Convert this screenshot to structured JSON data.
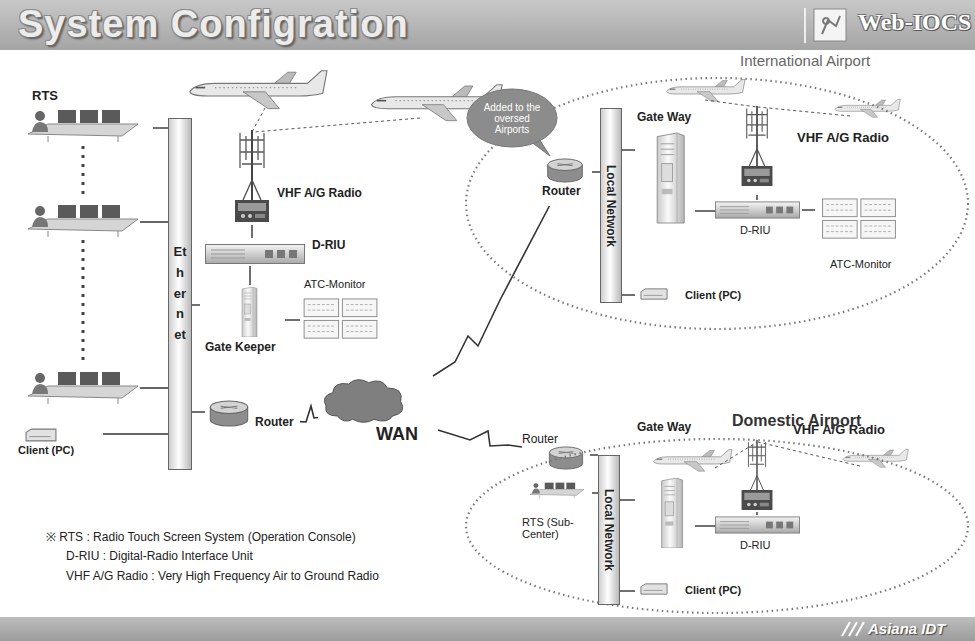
{
  "diagram": {
    "title": "System Configration",
    "nodes": [
      {
        "text": [
          "Ethernet"
        ]
      },
      {
        "text": [
          "RTS"
        ]
      },
      {
        "text": [
          "VHF A/G Radio"
        ]
      },
      {
        "text": [
          "D-RIU"
        ]
      },
      {
        "text": [
          "Gate Keeper"
        ]
      },
      {
        "text": [
          "ATC-Monitor"
        ]
      },
      {
        "text": [
          "Router"
        ]
      },
      {
        "text": [
          "Client (PC)"
        ]
      },
      {
        "text": [
          "WAN"
        ]
      },
      {
        "text": [
          "International Airport"
        ]
      },
      {
        "text": [
          "Local Network"
        ],
        "in": 9
      },
      {
        "text": [
          "Router"
        ],
        "in": 9
      },
      {
        "text": [
          "Gate Way"
        ],
        "in": 9
      },
      {
        "text": [
          "VHF A/G Radio"
        ],
        "in": 9
      },
      {
        "text": [
          "D-RIU"
        ],
        "in": 9
      },
      {
        "text": [
          "ATC-Monitor"
        ],
        "in": 9
      },
      {
        "text": [
          "Client (PC)"
        ],
        "in": 9
      },
      {
        "text": [
          "Added to the oversed Airports"
        ]
      },
      {
        "text": [
          "Domestic Airport"
        ]
      },
      {
        "text": [
          "Local Network"
        ],
        "in": 18
      },
      {
        "text": [
          "Router"
        ],
        "in": 18
      },
      {
        "text": [
          "RTS (Sub-Center)"
        ],
        "in": 18
      },
      {
        "text": [
          "Gate Way"
        ],
        "in": 18
      },
      {
        "text": [
          "VHF A/G Radio"
        ],
        "in": 18
      },
      {
        "text": [
          "D-RIU"
        ],
        "in": 18
      },
      {
        "text": [
          "Client (PC)"
        ],
        "in": 18
      }
    ],
    "edges": [
      {
        "from": 1,
        "to": 0,
        "arrow": "none"
      },
      {
        "from": 0,
        "to": 4,
        "arrow": "none"
      },
      {
        "from": 0,
        "to": 6,
        "arrow": "none"
      },
      {
        "from": 7,
        "to": 0,
        "arrow": "none"
      },
      {
        "from": 3,
        "to": 4,
        "arrow": "none"
      },
      {
        "from": 4,
        "to": 5,
        "arrow": "none"
      },
      {
        "from": 2,
        "to": 3,
        "arrow": "none"
      },
      {
        "from": 6,
        "to": 8,
        "arrow": "none"
      },
      {
        "from": 8,
        "to": 11,
        "arrow": "none"
      },
      {
        "from": 8,
        "to": 20,
        "arrow": "none"
      },
      {
        "from": 11,
        "to": 10,
        "arrow": "none"
      },
      {
        "from": 12,
        "to": 10,
        "arrow": "none"
      },
      {
        "from": 16,
        "to": 10,
        "arrow": "none"
      },
      {
        "from": 12,
        "to": 14,
        "arrow": "none"
      },
      {
        "from": 14,
        "to": 13,
        "arrow": "none"
      },
      {
        "from": 14,
        "to": 15,
        "arrow": "none"
      },
      {
        "from": 20,
        "to": 19,
        "arrow": "none"
      },
      {
        "from": 21,
        "to": 19,
        "arrow": "none"
      },
      {
        "from": 22,
        "to": 19,
        "arrow": "none"
      },
      {
        "from": 25,
        "to": 19,
        "arrow": "none"
      },
      {
        "from": 22,
        "to": 24,
        "arrow": "none"
      },
      {
        "from": 24,
        "to": 23,
        "arrow": "none"
      }
    ],
    "labels": [
      "Web-IOCS",
      "※ RTS : Radio Touch Screen System (Operation Console)",
      "D-RIU : Digital-Radio Interface Unit",
      "VHF A/G Radio : Very High Frequency Air to Ground Radio",
      "Asiana IDT"
    ]
  }
}
